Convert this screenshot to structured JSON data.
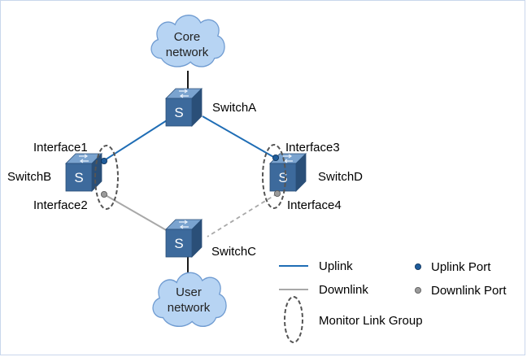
{
  "nodes": {
    "core_cloud": {
      "line1": "Core",
      "line2": "network"
    },
    "user_cloud": {
      "line1": "User",
      "line2": "network"
    },
    "switch_a": {
      "label": "SwitchA",
      "glyph": "S"
    },
    "switch_b": {
      "label": "SwitchB",
      "glyph": "S"
    },
    "switch_c": {
      "label": "SwitchC",
      "glyph": "S"
    },
    "switch_d": {
      "label": "SwitchD",
      "glyph": "S"
    }
  },
  "interfaces": {
    "interface1": "Interface1",
    "interface2": "Interface2",
    "interface3": "Interface3",
    "interface4": "Interface4"
  },
  "legend": {
    "uplink": "Uplink",
    "downlink": "Downlink",
    "uplink_port": "Uplink Port",
    "downlink_port": "Downlink Port",
    "monitor_link_group": "Monitor Link Group"
  },
  "colors": {
    "uplink": "#1f6db5",
    "downlink": "#a8a8a8",
    "cloud_fill": "#b7d4f3",
    "cloud_stroke": "#6f9bd1",
    "switch_front": "#3d6a9c",
    "switch_top": "#7aa3cf",
    "switch_side": "#2a4f78",
    "uplink_port": "#1f5c9a",
    "downlink_port": "#9a9a9a"
  }
}
